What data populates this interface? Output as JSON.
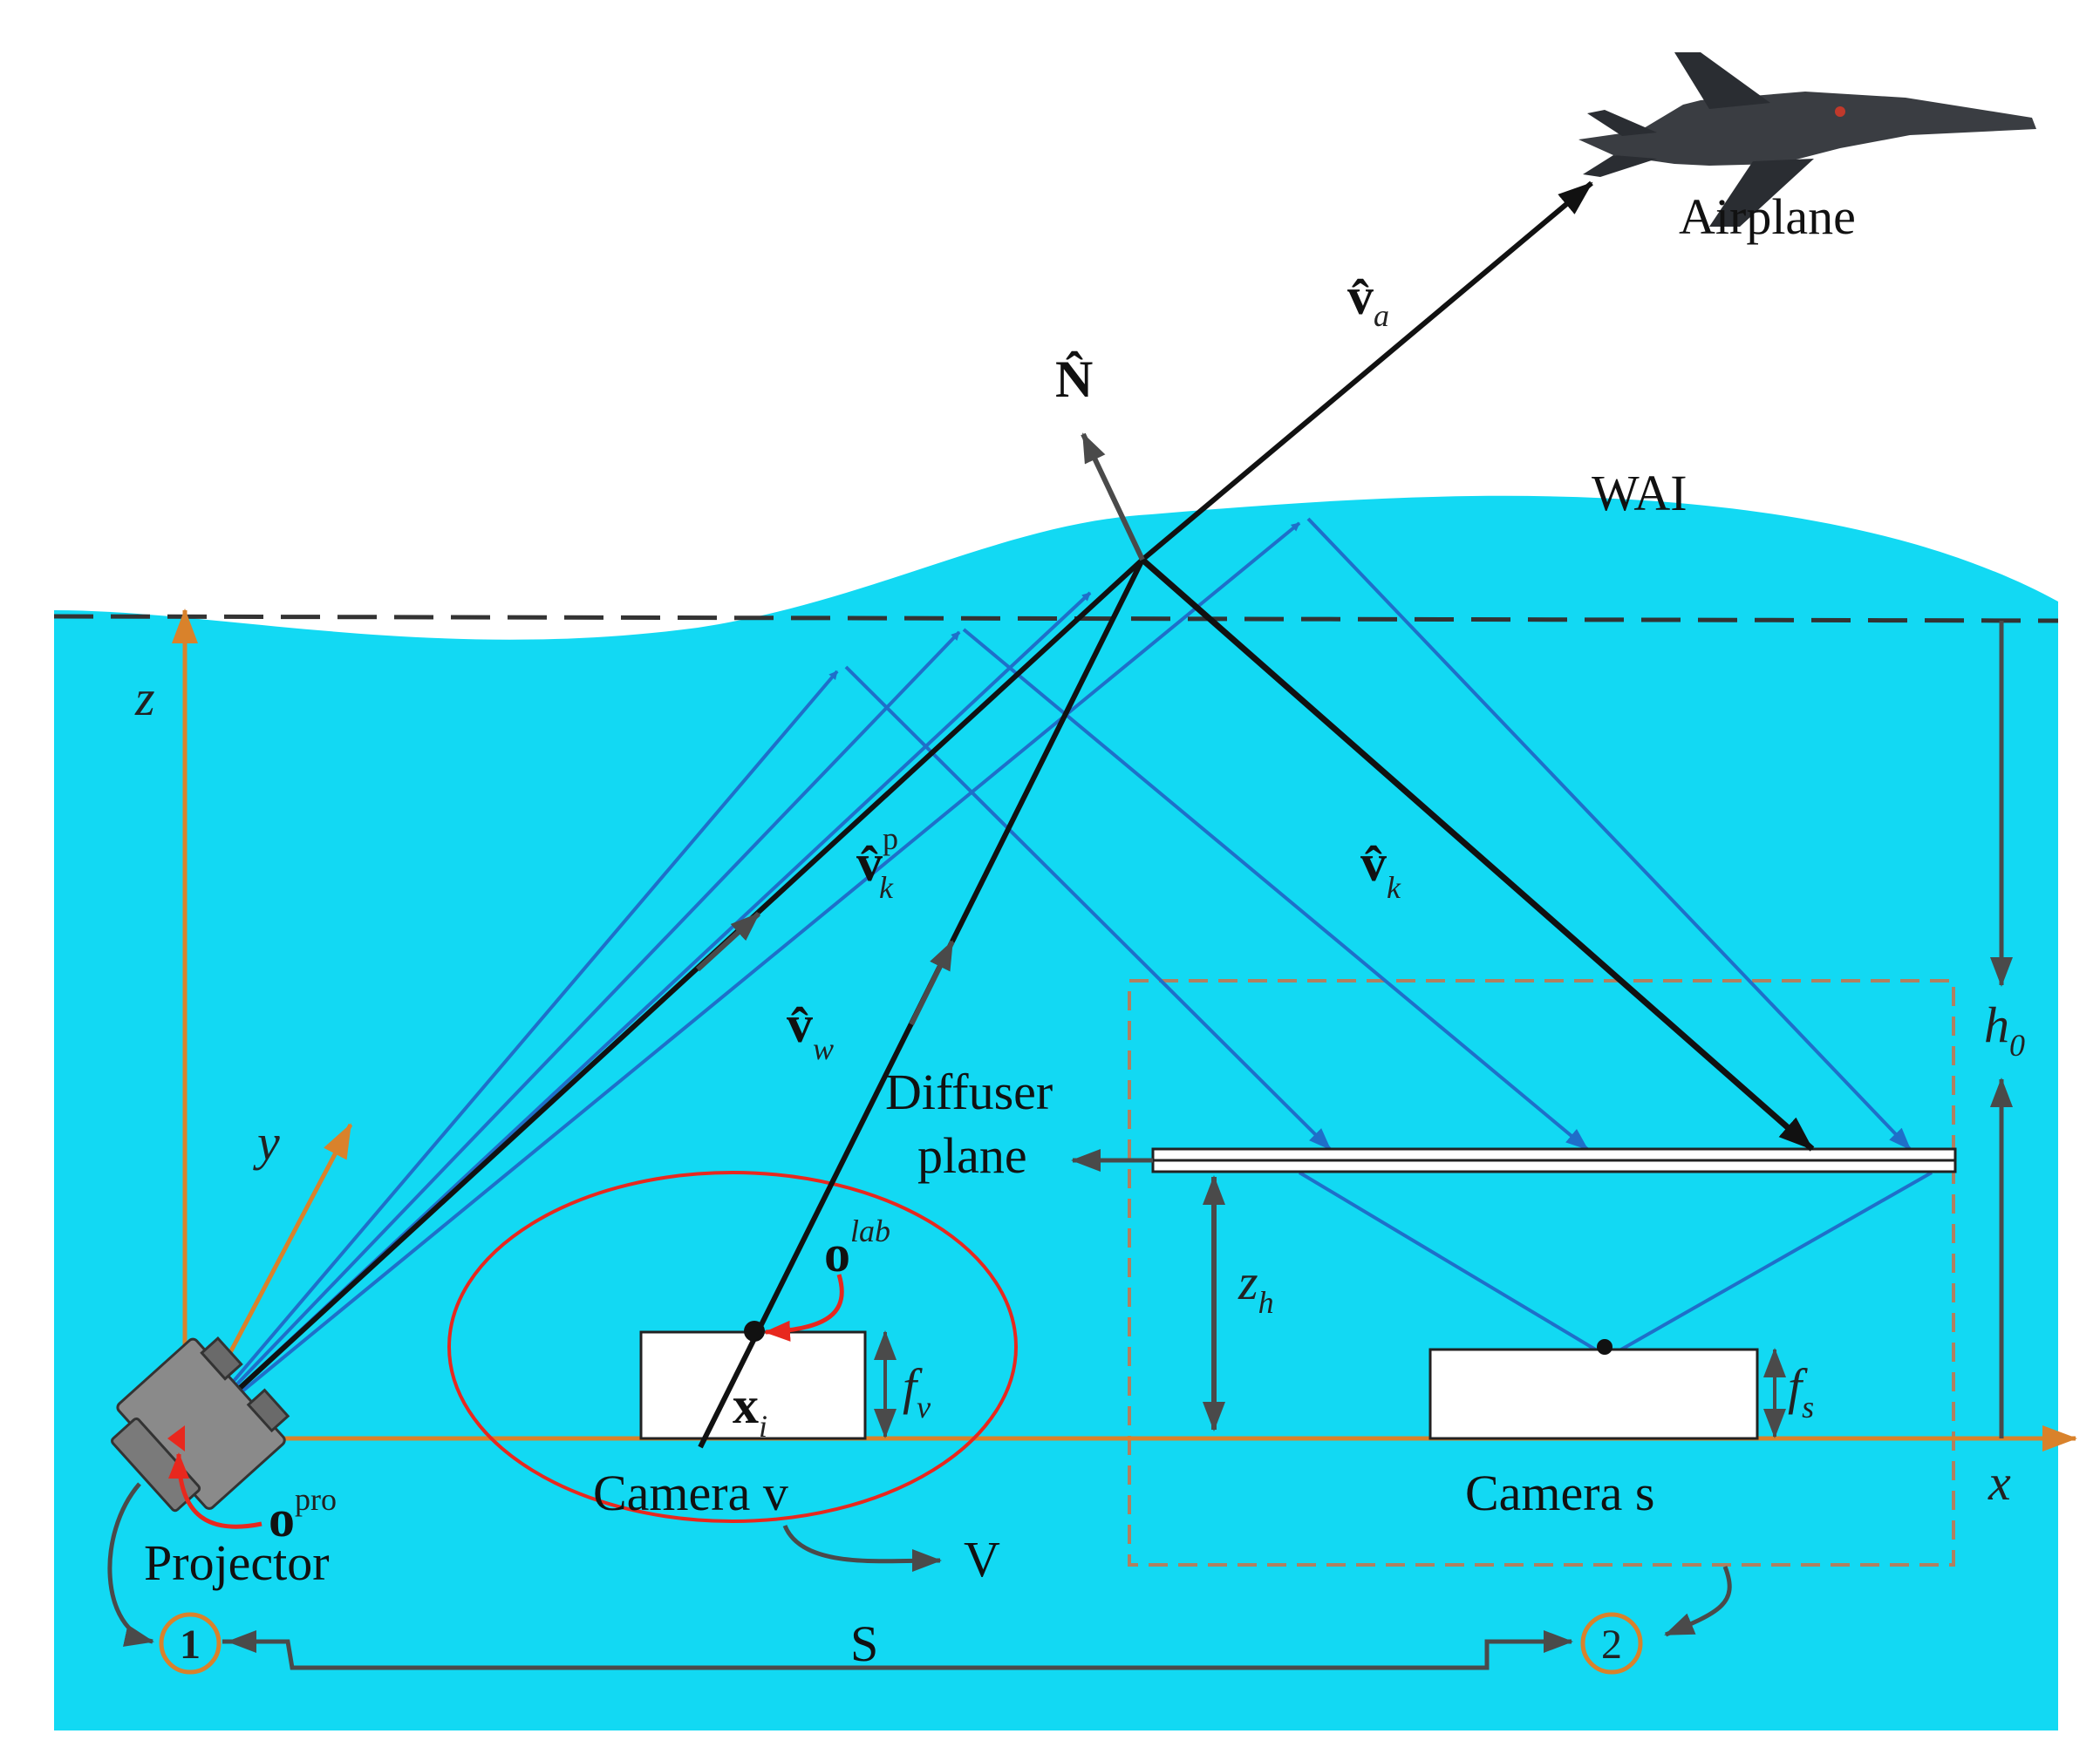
{
  "labels": {
    "airplane": "Airplane",
    "wai": "WAI",
    "normal": "N̂",
    "v_a_main": "v̂",
    "v_a_sub": "a",
    "v_k_main": "v̂",
    "v_k_sub": "k",
    "v_kp_main": "v̂",
    "v_kp_sup": "p",
    "v_kp_sub": "k",
    "v_w_main": "v̂",
    "v_w_sub": "w",
    "diffuser_line1": "Diffuser",
    "diffuser_line2": "plane",
    "axis_z": "z",
    "axis_y": "y",
    "axis_x": "x",
    "h0_main": "h",
    "h0_sub": "0",
    "zh_main": "z",
    "zh_sub": "h",
    "fv_main": "f",
    "fv_sub": "v",
    "fs_main": "f",
    "fs_sub": "s",
    "olab_main": "o",
    "olab_sup": "lab",
    "opro_main": "o",
    "opro_sup": "pro",
    "xi_main": "x",
    "xi_sub": "i",
    "camera_v": "Camera v",
    "camera_s": "Camera s",
    "projector": "Projector",
    "V": "V",
    "S": "S",
    "circle1": "1",
    "circle2": "2"
  },
  "colors": {
    "water": "#12d9f3",
    "ray_blue": "#1f6fc9",
    "axis_orange": "#d9822b",
    "black": "#111111",
    "gray_arrow": "#4a4a4a",
    "red": "#e8281e",
    "dashed_box": "#b08060"
  },
  "icons": [
    "airplane-icon",
    "projector-icon"
  ]
}
